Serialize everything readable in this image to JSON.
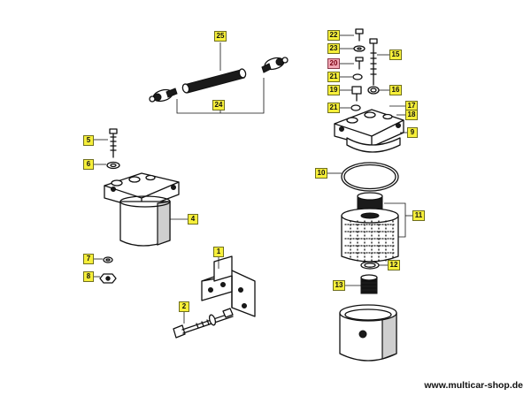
{
  "labels": {
    "l1": "1",
    "l2": "2",
    "l4": "4",
    "l5": "5",
    "l6": "6",
    "l7": "7",
    "l8": "8",
    "l9": "9",
    "l10": "10",
    "l11": "11",
    "l12": "12",
    "l13": "13",
    "l15": "15",
    "l16": "16",
    "l17": "17",
    "l18": "18",
    "l19": "19",
    "l20": "20",
    "l21a": "21",
    "l21b": "21",
    "l22": "22",
    "l23": "23",
    "l24": "24",
    "l25": "25"
  },
  "highlight_color": "#f2a6b4",
  "label_color": "#f6ef3a",
  "watermark": "www.multicar-shop.de"
}
